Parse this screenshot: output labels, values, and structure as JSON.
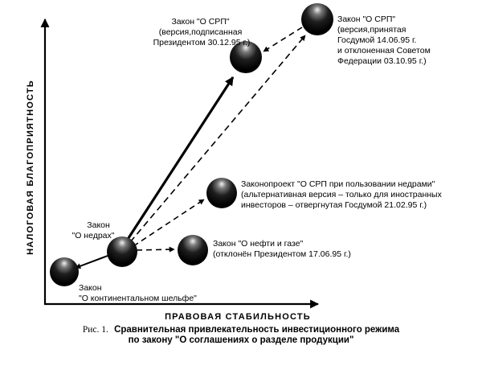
{
  "axes": {
    "y_label": "НАЛОГОВАЯ БЛАГОПРИЯТНОСТЬ",
    "x_label": "ПРАВОВАЯ СТАБИЛЬНОСТЬ"
  },
  "nodes": {
    "nedra": {
      "lines": [
        "Закон",
        "\"О недрах\""
      ]
    },
    "shelf": {
      "lines": [
        "Закон",
        "\"О континентальном шельфе\""
      ]
    },
    "neft": {
      "lines": [
        "Закон \"О нефти и газе\"",
        "(отклонён Президентом  17.06.95 г.)"
      ]
    },
    "srp_alt": {
      "lines": [
        "Законопроект \"О СРП при пользовании недрами\"",
        "(альтернативная версия – только для иностранных",
        "инвесторов – отвергнутая Госдумой 21.02.95 г.)"
      ]
    },
    "srp_signed": {
      "lines": [
        "Закон \"О СРП\"",
        "(версия,подписанная",
        "Президентом  30.12.95 г.)"
      ]
    },
    "srp_duma": {
      "lines": [
        "Закон \"О СРП\"",
        "(версия,принятая",
        "Госдумой 14.06.95 г.",
        "и отклоненная Советом",
        "Федерации 03.10.95 г.)"
      ]
    }
  },
  "caption": {
    "prefix": "Рис.  1.",
    "title_line1": "Сравнительная привлекательность инвестиционного режима",
    "title_line2": "по закону \"О соглашениях о разделе продукции\""
  }
}
